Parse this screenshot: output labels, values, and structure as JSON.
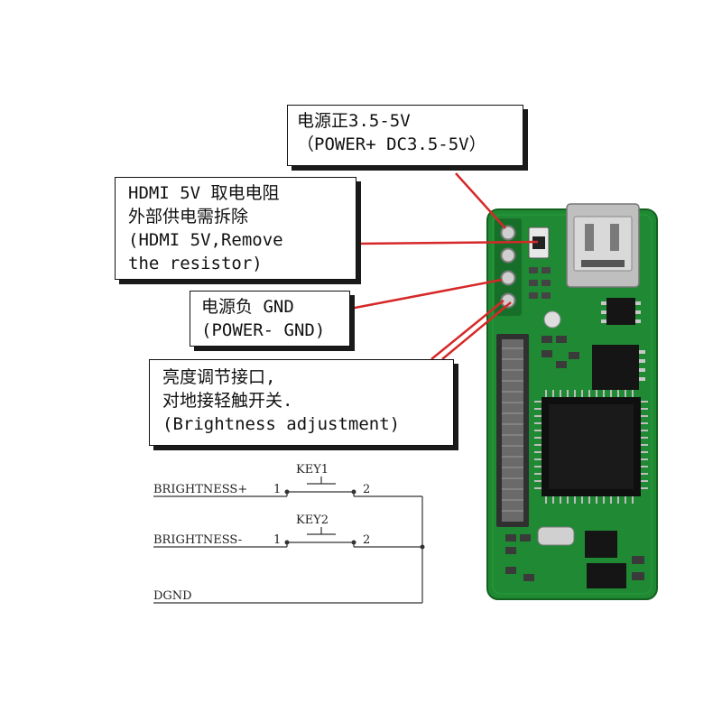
{
  "callouts": {
    "power_pos": {
      "line1": "电源正3.5-5V",
      "line2": "（POWER+ DC3.5-5V）"
    },
    "hdmi": {
      "line1": "HDMI 5V 取电电阻",
      "line2": "外部供电需拆除",
      "line3": "(HDMI 5V,Remove",
      "line4": "the resistor)"
    },
    "gnd": {
      "line1": "电源负 GND",
      "line2": "(POWER- GND)"
    },
    "brightness": {
      "line1": "亮度调节接口,",
      "line2": "对地接轻触开关.",
      "line3": "(Brightness adjustment)"
    }
  },
  "schematic": {
    "net1": "BRIGHTNESS+",
    "net2": "BRIGHTNESS-",
    "net3": "DGND",
    "key1": "KEY1",
    "key2": "KEY2",
    "pin1": "1",
    "pin2": "2"
  },
  "colors": {
    "board": "#1f8a33",
    "leader": "#d62828",
    "wire": "#333333"
  }
}
